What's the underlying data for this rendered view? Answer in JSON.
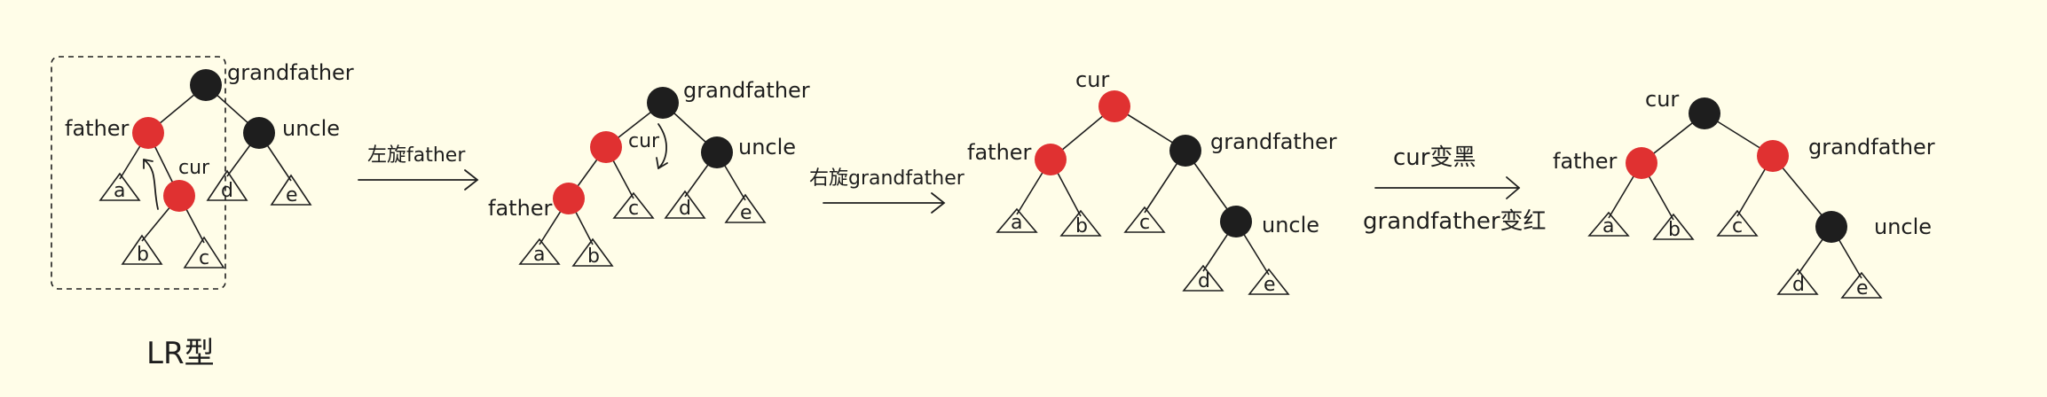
{
  "colors": {
    "background": "#fffde8",
    "red_node": "#e03131",
    "black_node": "#1e1e1e",
    "stroke": "#1e1e1e"
  },
  "case_label": "LR型",
  "labels": {
    "grandfather": "grandfather",
    "father": "father",
    "uncle": "uncle",
    "cur": "cur"
  },
  "subtrees": {
    "a": "a",
    "b": "b",
    "c": "c",
    "d": "d",
    "e": "e"
  },
  "steps": {
    "rotate_left": "左旋father",
    "rotate_right": "右旋grandfather",
    "recolor_cur": "cur变黑",
    "recolor_grandfather": "grandfather变红"
  }
}
